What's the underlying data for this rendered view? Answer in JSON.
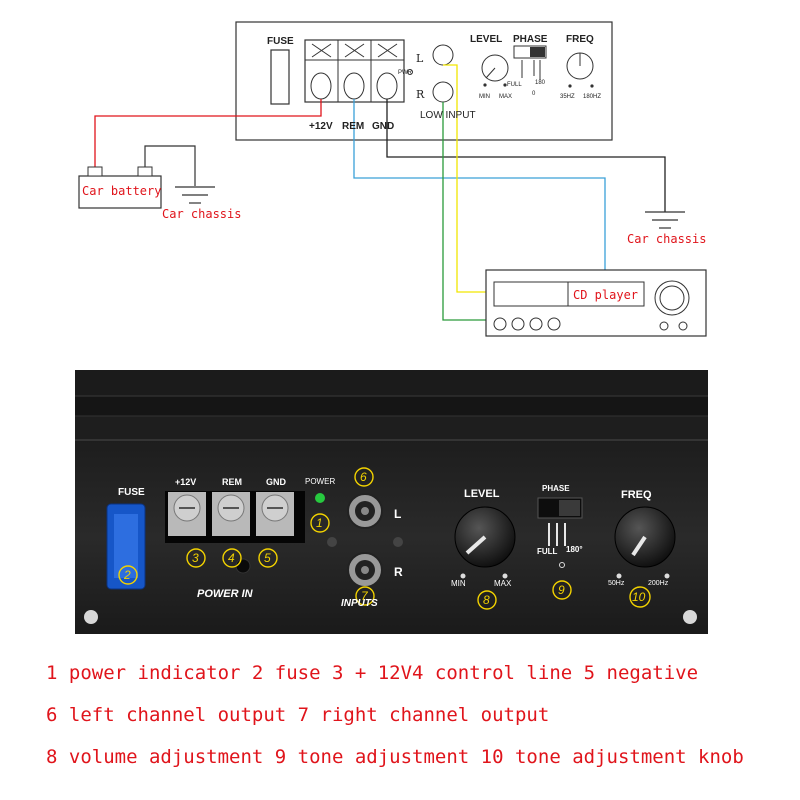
{
  "wiring_diagram": {
    "amp_panel": {
      "fuse_label": "FUSE",
      "pwr_label": "PWR",
      "channel_l": "L",
      "channel_r": "R",
      "terminal_labels": [
        "+12V",
        "REM",
        "GND"
      ],
      "low_input_label": "LOW INPUT",
      "level_label": "LEVEL",
      "phase_label": "PHASE",
      "freq_label": "FREQ",
      "min_label": "MIN",
      "max_label": "MAX",
      "full_label": "FULL",
      "phase_180": "180",
      "phase_0": "0",
      "freq_low": "35HZ",
      "freq_high": "180HZ"
    },
    "car_battery": "Car battery",
    "car_chassis_left": "Car chassis",
    "car_chassis_right": "Car chassis",
    "cd_player": "CD player",
    "wire_colors": {
      "power": "#e0141b",
      "remote": "#3aa0d8",
      "ground": "#222222",
      "left": "#f2e600",
      "right": "#2a9a3a"
    }
  },
  "amplifier_photo": {
    "fuse": "FUSE",
    "terminals": [
      "+12V",
      "REM",
      "GND"
    ],
    "power": "POWER",
    "power_in": "POWER IN",
    "channel_l": "L",
    "channel_r": "R",
    "inputs": "INPUTS",
    "level": "LEVEL",
    "min": "MIN",
    "max": "MAX",
    "phase": "PHASE",
    "full": "FULL",
    "phase_180": "180°",
    "freq": "FREQ",
    "freq_low": "50Hz",
    "freq_high": "200Hz",
    "markers": [
      "1",
      "2",
      "3",
      "4",
      "5",
      "6",
      "7",
      "8",
      "9",
      "10"
    ],
    "indicator_color": "#27c93f",
    "marker_color": "#f2d200"
  },
  "captions": [
    "1 power indicator 2 fuse 3 + 12V4 control line 5 negative",
    "6 left channel output 7 right channel output",
    "8 volume adjustment 9 tone adjustment 10 tone adjustment knob"
  ]
}
